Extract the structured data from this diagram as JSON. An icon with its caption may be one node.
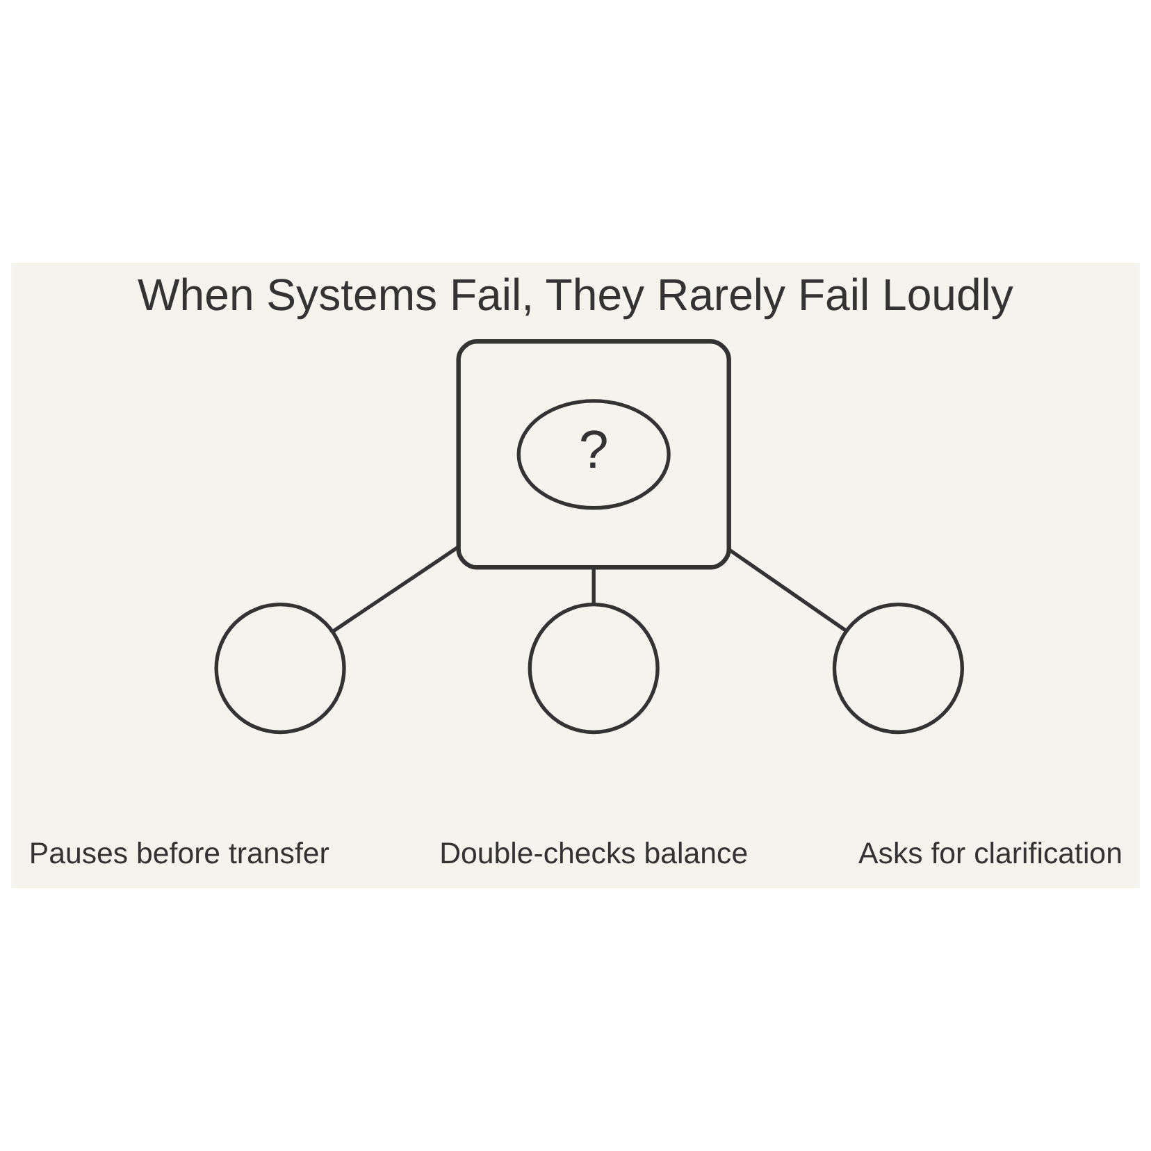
{
  "diagram": {
    "title": "When Systems Fail, They Rarely Fail Loudly",
    "nodes": [
      {
        "text": [],
        "shape": "box"
      },
      {
        "text": [
          "?"
        ],
        "in": 0
      },
      {
        "text": [],
        "shape": "person",
        "beside": [
          "Pauses before transfer"
        ]
      },
      {
        "text": [],
        "shape": "person",
        "beside": [
          "Double-checks balance"
        ]
      },
      {
        "text": [],
        "shape": "person",
        "beside": [
          "Asks for clarification"
        ]
      }
    ],
    "edges": [
      {
        "from": 0,
        "to": 2,
        "arrow": "none"
      },
      {
        "from": 0,
        "to": 3,
        "arrow": "none"
      },
      {
        "from": 0,
        "to": 4,
        "arrow": "none"
      }
    ]
  }
}
